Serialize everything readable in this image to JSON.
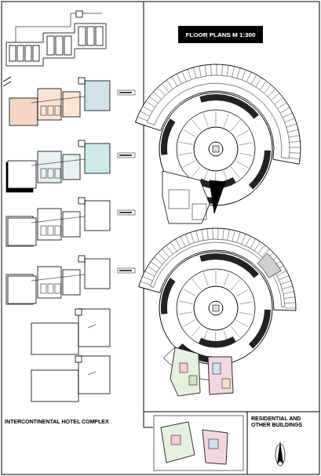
{
  "diagram": {
    "title": "FLOOR PLANS M 1:300",
    "labels": [
      "INTERCONTINENTAL HOTEL COMPLEX",
      "RESIDENTIAL AND OTHER BUILDINGS"
    ]
  }
}
